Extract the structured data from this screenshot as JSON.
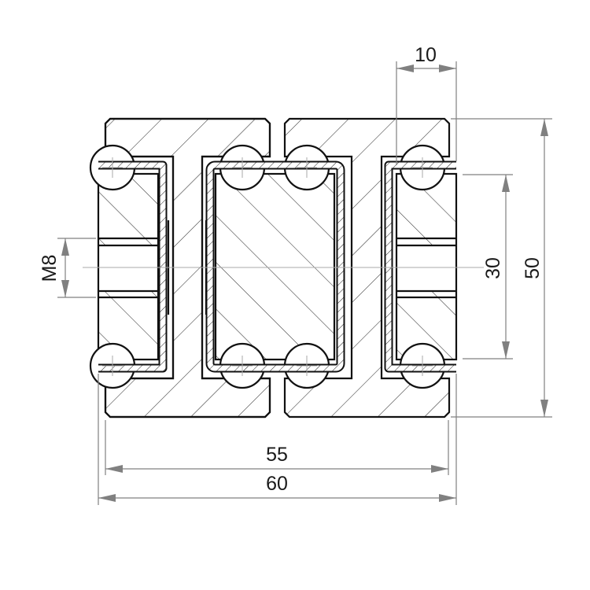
{
  "drawing": {
    "dimensions": {
      "top_width": "10",
      "inner_height": "30",
      "overall_height": "50",
      "inner_width": "55",
      "overall_width": "60",
      "thread": "M8"
    },
    "colors": {
      "outline": "#111111",
      "dimension_lines": "#808080",
      "hatch": "#333333"
    }
  }
}
